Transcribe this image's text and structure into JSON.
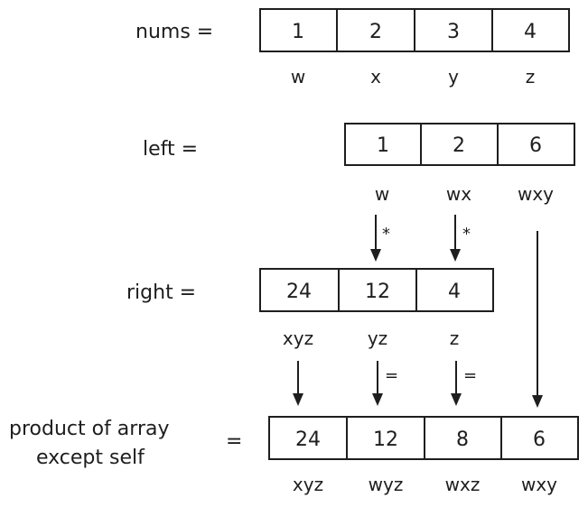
{
  "rows": {
    "nums": {
      "label": "nums =",
      "values": [
        "1",
        "2",
        "3",
        "4"
      ],
      "subs": [
        "w",
        "x",
        "y",
        "z"
      ]
    },
    "left": {
      "label": "left =",
      "values": [
        "1",
        "2",
        "6"
      ],
      "subs": [
        "w",
        "wx",
        "wxy"
      ]
    },
    "right": {
      "label": "right =",
      "values": [
        "24",
        "12",
        "4"
      ],
      "subs": [
        "xyz",
        "yz",
        "z"
      ]
    },
    "result": {
      "label_line1": "product of array",
      "label_line2": "except self",
      "equals": "=",
      "values": [
        "24",
        "12",
        "8",
        "6"
      ],
      "subs": [
        "xyz",
        "wyz",
        "wxz",
        "wxy"
      ]
    }
  },
  "operators": {
    "multiply": "*",
    "equals": "="
  }
}
